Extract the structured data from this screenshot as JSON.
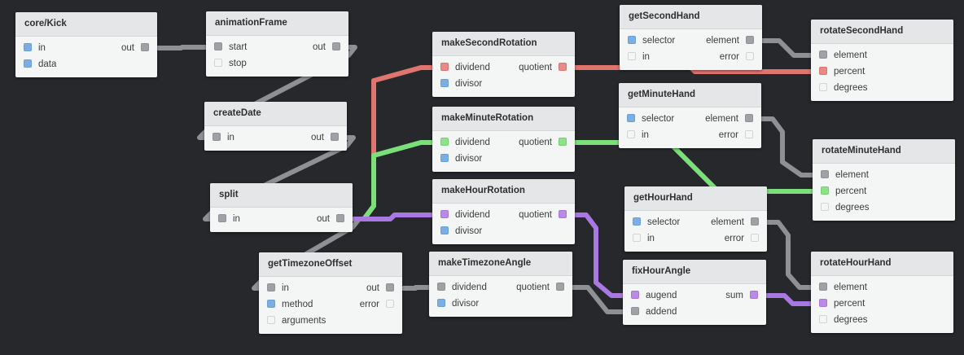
{
  "nodes": [
    {
      "id": "core-kick",
      "title": "core/Kick",
      "inputs": [
        {
          "label": "in",
          "color": "blue"
        },
        {
          "label": "data",
          "color": "blue"
        }
      ],
      "outputs": [
        {
          "label": "out",
          "color": "gray"
        }
      ]
    },
    {
      "id": "animation-frame",
      "title": "animationFrame",
      "inputs": [
        {
          "label": "start",
          "color": "gray"
        },
        {
          "label": "stop",
          "color": "empty"
        }
      ],
      "outputs": [
        {
          "label": "out",
          "color": "gray"
        }
      ]
    },
    {
      "id": "create-date",
      "title": "createDate",
      "inputs": [
        {
          "label": "in",
          "color": "gray"
        }
      ],
      "outputs": [
        {
          "label": "out",
          "color": "gray"
        }
      ]
    },
    {
      "id": "split",
      "title": "split",
      "inputs": [
        {
          "label": "in",
          "color": "gray"
        }
      ],
      "outputs": [
        {
          "label": "out",
          "color": "gray"
        }
      ]
    },
    {
      "id": "get-timezone-offset",
      "title": "getTimezoneOffset",
      "inputs": [
        {
          "label": "in",
          "color": "gray"
        },
        {
          "label": "method",
          "color": "blue"
        },
        {
          "label": "arguments",
          "color": "empty"
        }
      ],
      "outputs": [
        {
          "label": "out",
          "color": "gray"
        },
        {
          "label": "error",
          "color": "empty"
        }
      ]
    },
    {
      "id": "make-second-rotation",
      "title": "makeSecondRotation",
      "inputs": [
        {
          "label": "dividend",
          "color": "red"
        },
        {
          "label": "divisor",
          "color": "blue"
        }
      ],
      "outputs": [
        {
          "label": "quotient",
          "color": "red"
        }
      ]
    },
    {
      "id": "make-minute-rotation",
      "title": "makeMinuteRotation",
      "inputs": [
        {
          "label": "dividend",
          "color": "green"
        },
        {
          "label": "divisor",
          "color": "blue"
        }
      ],
      "outputs": [
        {
          "label": "quotient",
          "color": "green"
        }
      ]
    },
    {
      "id": "make-hour-rotation",
      "title": "makeHourRotation",
      "inputs": [
        {
          "label": "dividend",
          "color": "purple"
        },
        {
          "label": "divisor",
          "color": "blue"
        }
      ],
      "outputs": [
        {
          "label": "quotient",
          "color": "purple"
        }
      ]
    },
    {
      "id": "make-timezone-angle",
      "title": "makeTimezoneAngle",
      "inputs": [
        {
          "label": "dividend",
          "color": "gray"
        },
        {
          "label": "divisor",
          "color": "blue"
        }
      ],
      "outputs": [
        {
          "label": "quotient",
          "color": "gray"
        }
      ]
    },
    {
      "id": "get-second-hand",
      "title": "getSecondHand",
      "inputs": [
        {
          "label": "selector",
          "color": "blue"
        },
        {
          "label": "in",
          "color": "empty"
        }
      ],
      "outputs": [
        {
          "label": "element",
          "color": "gray"
        },
        {
          "label": "error",
          "color": "empty"
        }
      ]
    },
    {
      "id": "get-minute-hand",
      "title": "getMinuteHand",
      "inputs": [
        {
          "label": "selector",
          "color": "blue"
        },
        {
          "label": "in",
          "color": "empty"
        }
      ],
      "outputs": [
        {
          "label": "element",
          "color": "gray"
        },
        {
          "label": "error",
          "color": "empty"
        }
      ]
    },
    {
      "id": "get-hour-hand",
      "title": "getHourHand",
      "inputs": [
        {
          "label": "selector",
          "color": "blue"
        },
        {
          "label": "in",
          "color": "empty"
        }
      ],
      "outputs": [
        {
          "label": "element",
          "color": "gray"
        },
        {
          "label": "error",
          "color": "empty"
        }
      ]
    },
    {
      "id": "fix-hour-angle",
      "title": "fixHourAngle",
      "inputs": [
        {
          "label": "augend",
          "color": "purple"
        },
        {
          "label": "addend",
          "color": "gray"
        }
      ],
      "outputs": [
        {
          "label": "sum",
          "color": "purple"
        }
      ]
    },
    {
      "id": "rotate-second-hand",
      "title": "rotateSecondHand",
      "inputs": [
        {
          "label": "element",
          "color": "gray"
        },
        {
          "label": "percent",
          "color": "red"
        },
        {
          "label": "degrees",
          "color": "empty"
        }
      ],
      "outputs": []
    },
    {
      "id": "rotate-minute-hand",
      "title": "rotateMinuteHand",
      "inputs": [
        {
          "label": "element",
          "color": "gray"
        },
        {
          "label": "percent",
          "color": "green"
        },
        {
          "label": "degrees",
          "color": "empty"
        }
      ],
      "outputs": []
    },
    {
      "id": "rotate-hour-hand",
      "title": "rotateHourHand",
      "inputs": [
        {
          "label": "element",
          "color": "gray"
        },
        {
          "label": "percent",
          "color": "purple"
        },
        {
          "label": "degrees",
          "color": "empty"
        }
      ],
      "outputs": []
    }
  ],
  "edges": [
    {
      "from": "core-kick.out",
      "to": "animation-frame.start",
      "color": "gray"
    },
    {
      "from": "animation-frame.out",
      "to": "create-date.in",
      "color": "gray"
    },
    {
      "from": "create-date.out",
      "to": "split.in",
      "color": "gray"
    },
    {
      "from": "split.out",
      "to": "get-timezone-offset.in",
      "color": "gray"
    },
    {
      "from": "split.out",
      "to": "make-second-rotation.dividend",
      "color": "red"
    },
    {
      "from": "split.out",
      "to": "make-minute-rotation.dividend",
      "color": "green"
    },
    {
      "from": "split.out",
      "to": "make-hour-rotation.dividend",
      "color": "purple"
    },
    {
      "from": "get-timezone-offset.out",
      "to": "make-timezone-angle.dividend",
      "color": "gray"
    },
    {
      "from": "make-timezone-angle.quotient",
      "to": "fix-hour-angle.addend",
      "color": "gray"
    },
    {
      "from": "make-hour-rotation.quotient",
      "to": "fix-hour-angle.augend",
      "color": "purple"
    },
    {
      "from": "fix-hour-angle.sum",
      "to": "rotate-hour-hand.percent",
      "color": "purple"
    },
    {
      "from": "make-second-rotation.quotient",
      "to": "rotate-second-hand.percent",
      "color": "red"
    },
    {
      "from": "make-minute-rotation.quotient",
      "to": "rotate-minute-hand.percent",
      "color": "green"
    },
    {
      "from": "get-second-hand.element",
      "to": "rotate-second-hand.element",
      "color": "gray"
    },
    {
      "from": "get-minute-hand.element",
      "to": "rotate-minute-hand.element",
      "color": "gray"
    },
    {
      "from": "get-hour-hand.element",
      "to": "rotate-hour-hand.element",
      "color": "gray"
    }
  ],
  "colors": {
    "background": "#27282c",
    "gray": "#8d9196",
    "red": "#e0746f",
    "green": "#7be079",
    "purple": "#a978e2",
    "blue": "#7aaee4"
  }
}
